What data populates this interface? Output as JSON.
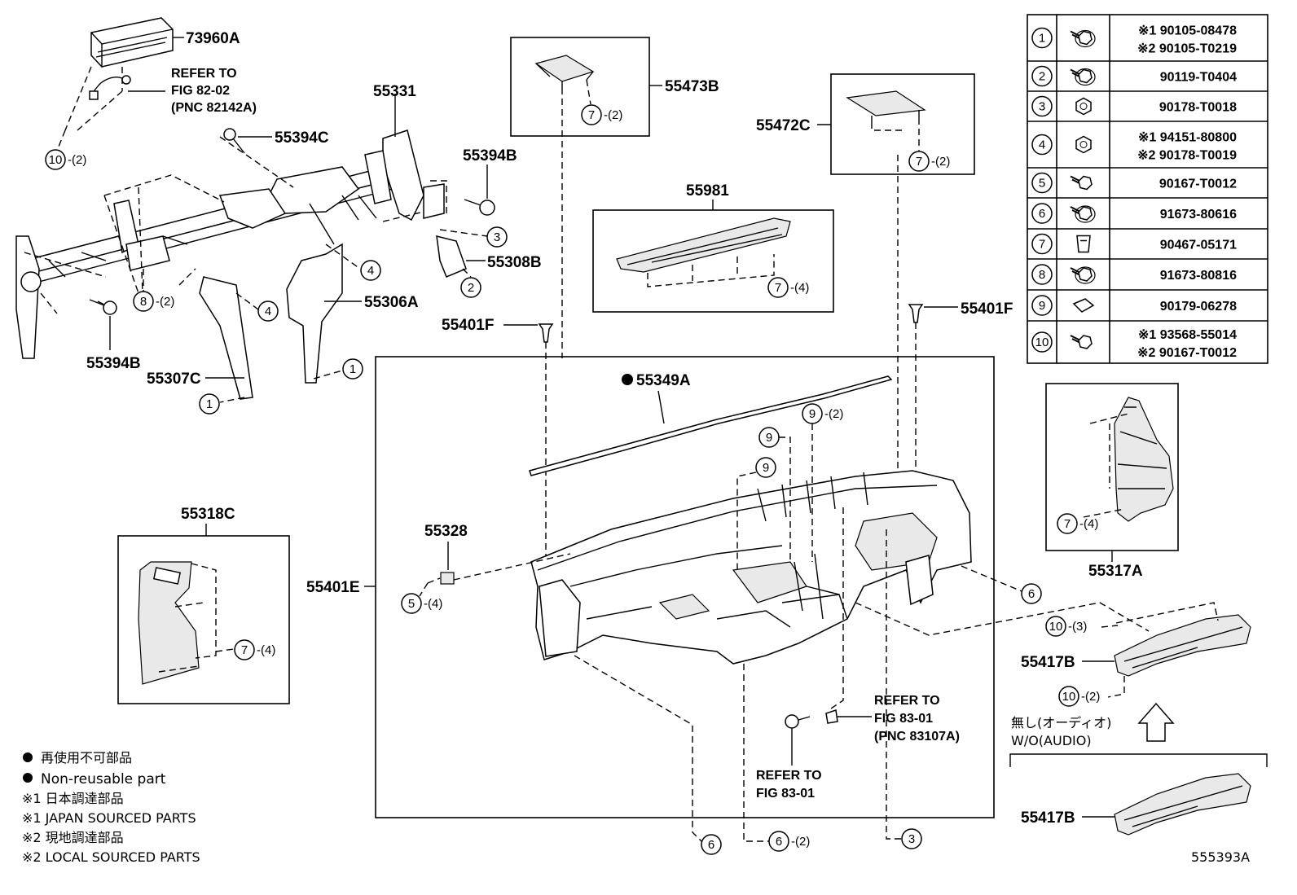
{
  "parts": {
    "p73960A": "73960A",
    "p55331": "55331",
    "p55394C": "55394C",
    "p55394B_top": "55394B",
    "p55394B_left": "55394B",
    "p55308B": "55308B",
    "p55306A": "55306A",
    "p55307C": "55307C",
    "p55473B": "55473B",
    "p55472C": "55472C",
    "p55981": "55981",
    "p55401F_left": "55401F",
    "p55401F_right": "55401F",
    "p55349A": "55349A",
    "p55328": "55328",
    "p55401E": "55401E",
    "p55318C": "55318C",
    "p55317A": "55317A",
    "p55417B_top": "55417B",
    "p55417B_bottom": "55417B"
  },
  "qty": {
    "q2": "-(2)",
    "q3": "-(3)",
    "q4": "-(4)"
  },
  "refs": {
    "fig82_l1": "REFER TO",
    "fig82_l2": "FIG 82-02",
    "fig82_l3": "(PNC 82142A)",
    "fig83a_l1": "REFER TO",
    "fig83a_l2": "FIG 83-01",
    "fig83a_l3": "(PNC 83107A)",
    "fig83b_l1": "REFER TO",
    "fig83b_l2": "FIG 83-01"
  },
  "callouts": {
    "c1": "1",
    "c2": "2",
    "c3": "3",
    "c4": "4",
    "c5": "5",
    "c6": "6",
    "c7": "7",
    "c8": "8",
    "c9": "9",
    "c10": "10"
  },
  "fastener_table": [
    {
      "no": "1",
      "codes": [
        "※1 90105-08478",
        "※2 90105-T0219"
      ]
    },
    {
      "no": "2",
      "codes": [
        "90119-T0404"
      ]
    },
    {
      "no": "3",
      "codes": [
        "90178-T0018"
      ]
    },
    {
      "no": "4",
      "codes": [
        "※1 94151-80800",
        "※2 90178-T0019"
      ]
    },
    {
      "no": "5",
      "codes": [
        "90167-T0012"
      ]
    },
    {
      "no": "6",
      "codes": [
        "91673-80616"
      ]
    },
    {
      "no": "7",
      "codes": [
        "90467-05171"
      ]
    },
    {
      "no": "8",
      "codes": [
        "91673-80816"
      ]
    },
    {
      "no": "9",
      "codes": [
        "90179-06278"
      ]
    },
    {
      "no": "10",
      "codes": [
        "※1 93568-55014",
        "※2 90167-T0012"
      ]
    }
  ],
  "variant_label_jp": "無し(オーディオ)",
  "variant_label_en": "W/O(AUDIO)",
  "legend": {
    "nonreusable_jp": "再使用不可部品",
    "nonreusable_en": "Non-reusable part",
    "japan_jp": "※1 日本調達部品",
    "japan_en": "※1 JAPAN SOURCED PARTS",
    "local_jp": "※2 現地調達部品",
    "local_en": "※2 LOCAL SOURCED PARTS"
  },
  "figure_id": "555393A"
}
